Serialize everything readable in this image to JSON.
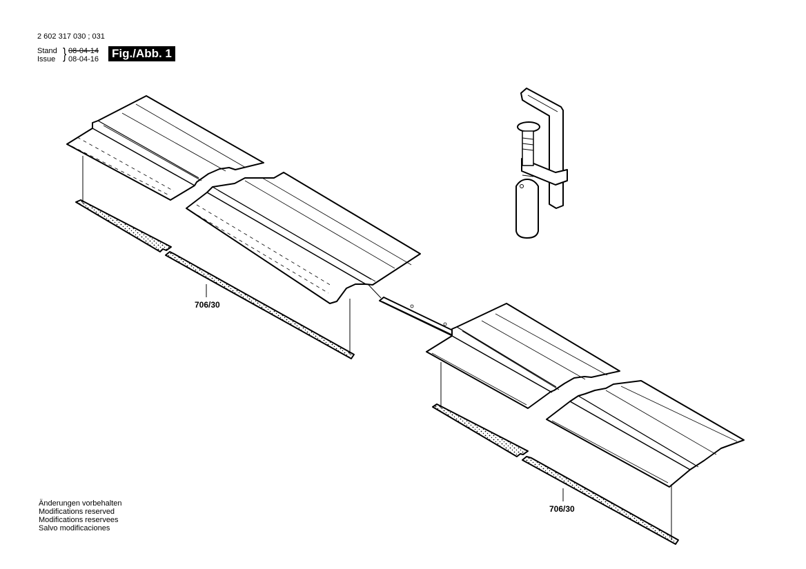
{
  "header": {
    "part_number": "2 602 317 030 ; 031",
    "stand_label": "Stand",
    "issue_label": "Issue",
    "stand_date": "08-04-14",
    "issue_date": "08-04-16",
    "figure_label": "Fig./Abb. 1"
  },
  "parts": {
    "strip_label_left": "706/30",
    "strip_label_right": "706/30"
  },
  "footer": {
    "lines": [
      "Änderungen vorbehalten",
      "Modifications reserved",
      "Modifications reservees",
      "Salvo modificaciones"
    ]
  }
}
